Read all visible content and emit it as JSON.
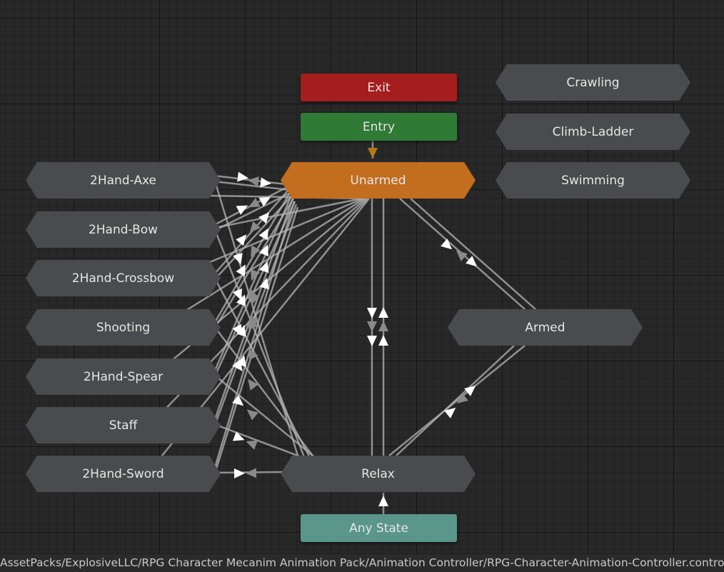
{
  "nodes": {
    "exit": "Exit",
    "entry": "Entry",
    "unarmed": "Unarmed",
    "relax": "Relax",
    "any_state": "Any State",
    "armed": "Armed",
    "crawling": "Crawling",
    "climb_ladder": "Climb-Ladder",
    "swimming": "Swimming",
    "weapons": [
      "2Hand-Axe",
      "2Hand-Bow",
      "2Hand-Crossbow",
      "Shooting",
      "2Hand-Spear",
      "Staff",
      "2Hand-Sword"
    ]
  },
  "status_bar": {
    "path": "AssetPacks/ExplosiveLLC/RPG Character Mecanim Animation Pack/Animation Controller/RPG-Character-Animation-Controller.controller"
  },
  "colors": {
    "exit": "#a51d1d",
    "entry": "#2f7a34",
    "default_state": "#c36d1e",
    "any_state": "#5a968a",
    "state": "#4a4b4f",
    "transition": "#b4b4b4"
  }
}
